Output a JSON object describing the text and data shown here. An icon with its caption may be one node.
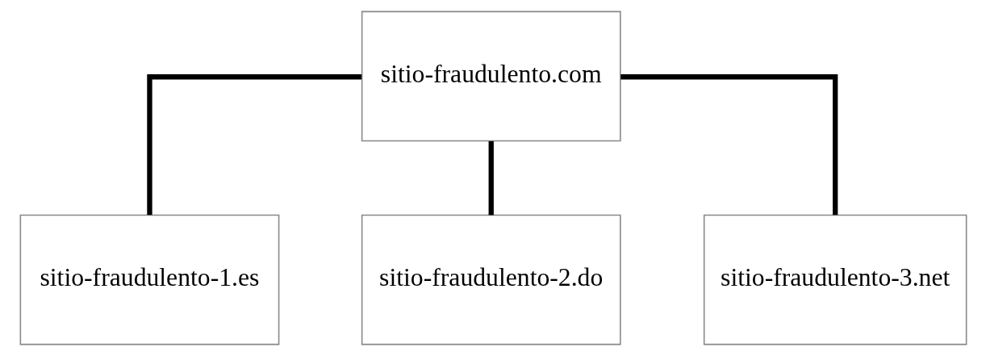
{
  "diagram": {
    "nodes": [
      {
        "text": [
          "sitio-fraudulento.com"
        ]
      },
      {
        "text": [
          "sitio-fraudulento-1.es"
        ]
      },
      {
        "text": [
          "sitio-fraudulento-2.do"
        ]
      },
      {
        "text": [
          "sitio-fraudulento-3.net"
        ]
      }
    ],
    "edges": [
      {
        "from": 0,
        "to": 1,
        "arrow": "none"
      },
      {
        "from": 0,
        "to": 2,
        "arrow": "none"
      },
      {
        "from": 0,
        "to": 3,
        "arrow": "none"
      }
    ]
  }
}
